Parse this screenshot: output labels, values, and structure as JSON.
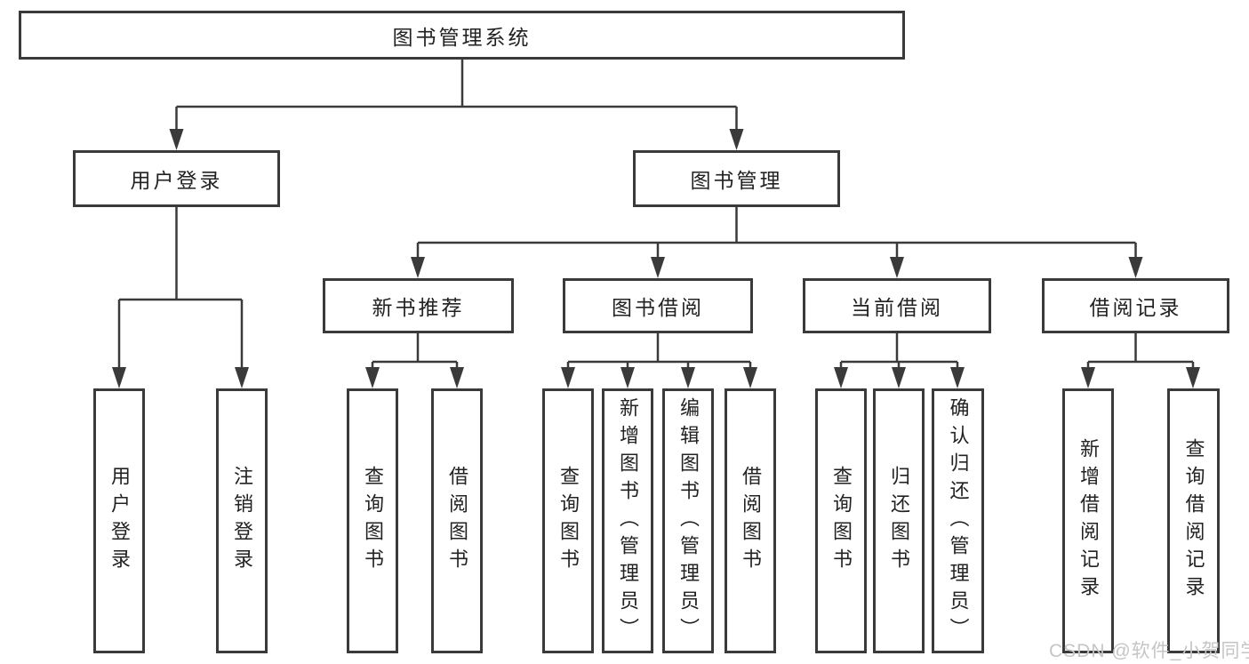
{
  "tree": {
    "label": "图书管理系统",
    "children": [
      {
        "label": "用户登录",
        "children": [
          {
            "label": "用户登录"
          },
          {
            "label": "注销登录"
          }
        ]
      },
      {
        "label": "图书管理",
        "children": [
          {
            "label": "新书推荐",
            "children": [
              {
                "label": "查询图书"
              },
              {
                "label": "借阅图书"
              }
            ]
          },
          {
            "label": "图书借阅",
            "children": [
              {
                "label": "查询图书"
              },
              {
                "label": "新增图书（管理员）"
              },
              {
                "label": "编辑图书（管理员）"
              },
              {
                "label": "借阅图书"
              }
            ]
          },
          {
            "label": "当前借阅",
            "children": [
              {
                "label": "查询图书"
              },
              {
                "label": "归还图书"
              },
              {
                "label": "确认归还（管理员）"
              }
            ]
          },
          {
            "label": "借阅记录",
            "children": [
              {
                "label": "新增借阅记录"
              },
              {
                "label": "查询借阅记录"
              }
            ]
          }
        ]
      }
    ]
  },
  "watermark": "CSDN @软件_小贺同学",
  "colors": {
    "line": "#3a3a3a",
    "text": "#222222",
    "watermark": "#c5c5c5",
    "background": "#ffffff"
  }
}
